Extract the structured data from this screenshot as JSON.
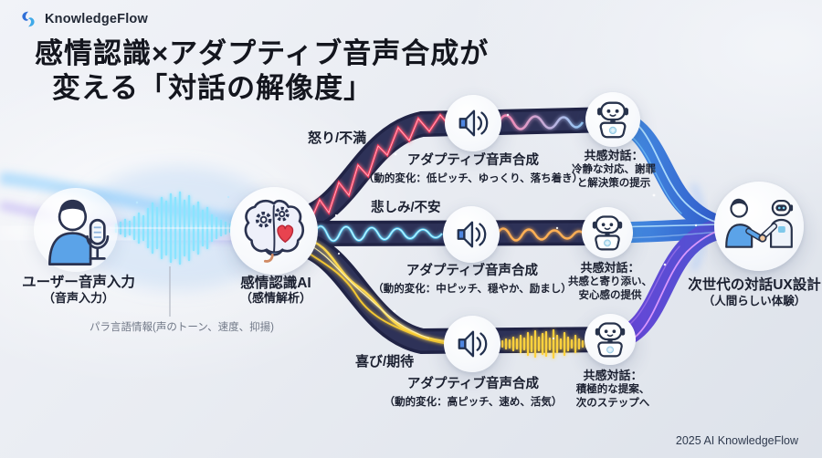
{
  "brand": {
    "logo_text": "KnowledgeFlow",
    "footer_text": "2025 AI KnowledgeFlow"
  },
  "title": {
    "line1": "感情認識×アダプティブ音声合成が",
    "line2": "変える「対話の解像度」"
  },
  "input_stage": {
    "label": "ユーザー音声入力",
    "sublabel": "（音声入力）",
    "annotation": "パラ言語情報(声のトーン、速度、抑揚)"
  },
  "ai_stage": {
    "label": "感情認識AI",
    "sublabel": "（感情解析）"
  },
  "output_stage": {
    "label": "次世代の対話UX設計",
    "sublabel": "（人間らしい体験）"
  },
  "branches": [
    {
      "emotion": "怒り/不満",
      "accent_color": "#ff2d55",
      "tts_title": "アダプティブ音声合成",
      "tts_detail": "（動的変化：低ピッチ、ゆっくり、落ち着き）",
      "dialog_title": "共感対話：",
      "dialog_line1": "冷静な対応、謝罪",
      "dialog_line2": "と解決策の提示"
    },
    {
      "emotion": "悲しみ/不安",
      "accent_color": "#35c4ff",
      "tts_title": "アダプティブ音声合成",
      "tts_detail": "（動的変化：中ピッチ、穏やか、励まし）",
      "dialog_title": "共感対話：",
      "dialog_line1": "共感と寄り添い、",
      "dialog_line2": "安心感の提供"
    },
    {
      "emotion": "喜び/期待",
      "accent_color": "#ffd23e",
      "tts_title": "アダプティブ音声合成",
      "tts_detail": "（動的変化：高ピッチ、速め、活気）",
      "dialog_title": "共感対話：",
      "dialog_line1": "積極的な提案、",
      "dialog_line2": "次のステップへ"
    }
  ],
  "colors": {
    "ribbon_dark": "#23264a",
    "flow_blue": "#3d85dd",
    "flow_purple": "#7b4fd8",
    "anger_wave": "#ff2d55",
    "sad_wave": "#35c4ff",
    "joy_wave": "#ffd23e",
    "calm_wave_start": "#ff85b0",
    "calm_wave_end": "#8fd0ff",
    "gentle_wave": "#ffb055"
  }
}
